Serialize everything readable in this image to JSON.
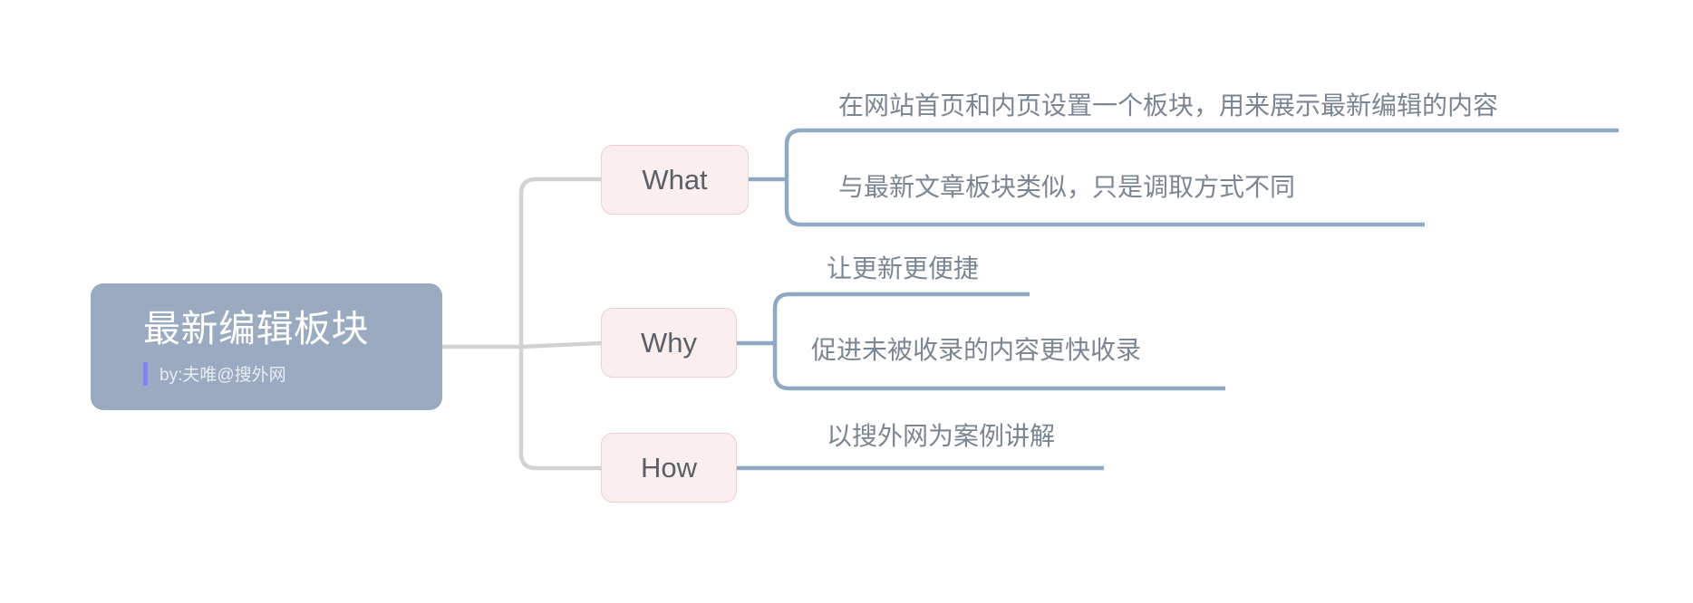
{
  "diagram": {
    "type": "mind-map",
    "title": "最新编辑板块",
    "background_color": "#ffffff",
    "root": {
      "label": "最新编辑板块",
      "byline": "by:夫唯@搜外网",
      "fill_color": "#9aaac0",
      "text_color": "#ffffff",
      "accent_bar_color": "#8383ef"
    },
    "branch_style": {
      "fill_color": "#fbeeee",
      "border_color": "#eccfd0",
      "text_color": "#5b5f68"
    },
    "connector_colors": {
      "root_to_branch": "#d2d2d2",
      "branch_to_leaf": "#8fa9c4"
    },
    "leaf_text_color": "#7b8694",
    "branches": [
      {
        "label": "What",
        "leaves": [
          {
            "text": "在网站首页和内页设置一个板块，用来展示最新编辑的内容"
          },
          {
            "text": "与最新文章板块类似，只是调取方式不同"
          }
        ]
      },
      {
        "label": "Why",
        "leaves": [
          {
            "text": "让更新更便捷"
          },
          {
            "text": "促进未被收录的内容更快收录"
          }
        ]
      },
      {
        "label": "How",
        "leaves": [
          {
            "text": "以搜外网为案例讲解"
          }
        ]
      }
    ]
  }
}
